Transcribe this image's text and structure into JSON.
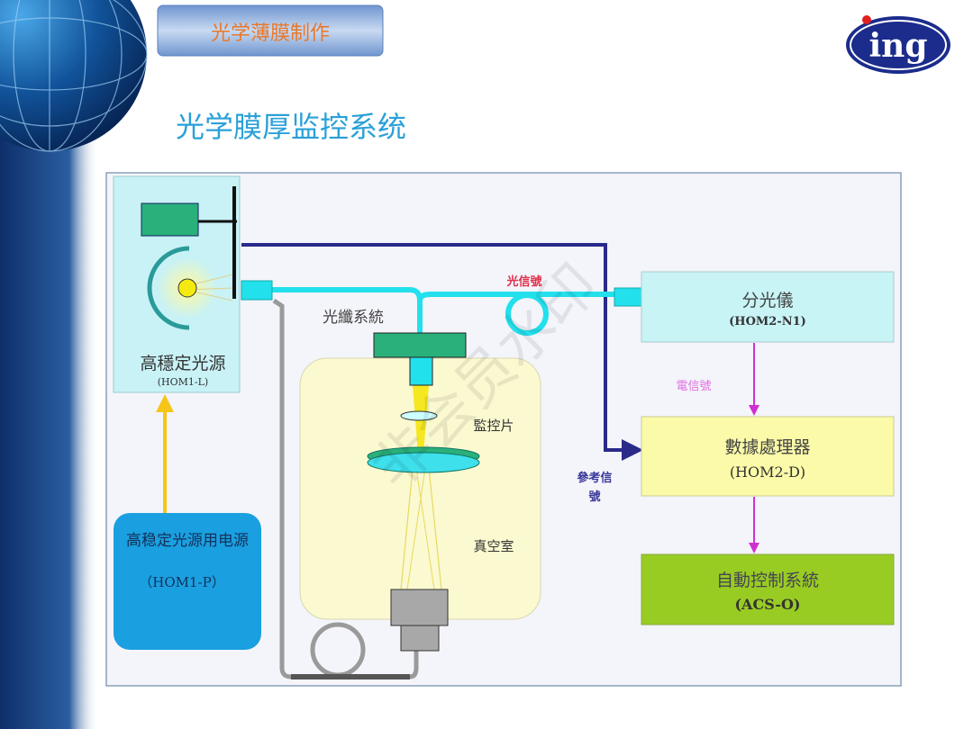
{
  "header": {
    "section_tab": "光学薄膜制作",
    "title": "光学膜厚监控系统",
    "logo_text": "ing"
  },
  "watermark": "非会员水印",
  "diagram": {
    "light_source": {
      "name": "高穩定光源",
      "model": "(HOM1-L)"
    },
    "power_supply": {
      "name": "高稳定光源用电源",
      "model": "（HOM1-P）"
    },
    "fiber_system_label": "光纖系統",
    "optical_signal_label": "光信號",
    "monitor_chip_label": "監控片",
    "vacuum_chamber_label": "真空室",
    "spectrometer": {
      "name": "分光儀",
      "model": "(HOM2-N1)"
    },
    "electrical_signal_label": "電信號",
    "data_processor": {
      "name": "數據處理器",
      "model": "(HOM2-D)"
    },
    "reference_signal_label": [
      "參考信",
      "號"
    ],
    "auto_control": {
      "name": "自動控制系統",
      "model": "(ACS-O)"
    }
  },
  "colors": {
    "title": "#2aa0d8",
    "tab_text": "#e8782a",
    "navy": "#2a2a8a",
    "fiber": "#22e0ec",
    "magenta": "#d030d0",
    "signal_red": "#e0304a"
  }
}
